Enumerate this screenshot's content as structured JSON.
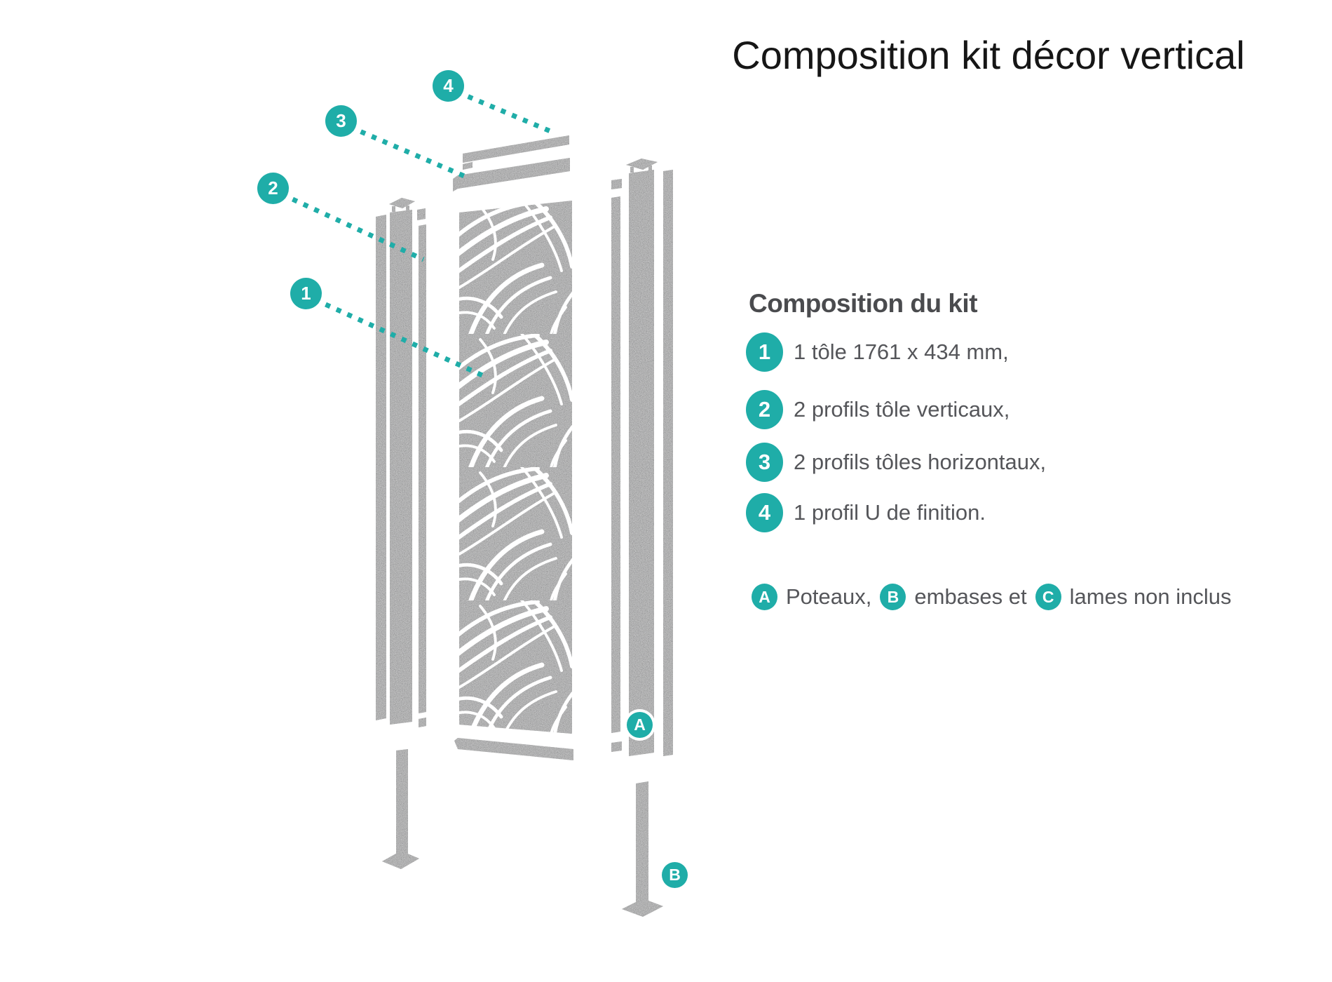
{
  "title": "Composition kit décor vertical",
  "legend": {
    "heading": "Composition du kit",
    "items": [
      {
        "num": "1",
        "label": "1 tôle 1761 x 434 mm,"
      },
      {
        "num": "2",
        "label": "2 profils tôle verticaux,"
      },
      {
        "num": "3",
        "label": "2 profils tôles horizontaux,"
      },
      {
        "num": "4",
        "label": "1 profil U de finition."
      }
    ],
    "exclusion": {
      "parts": [
        {
          "letter": "A",
          "label": "Poteaux,"
        },
        {
          "letter": "B",
          "label": "embases et"
        },
        {
          "letter": "C",
          "label": "lames non inclus"
        }
      ]
    }
  },
  "diagram": {
    "callouts": {
      "c1": "1",
      "c2": "2",
      "c3": "3",
      "c4": "4",
      "cA": "A",
      "cB": "B"
    }
  },
  "colors": {
    "accent_teal": "#1FADA8",
    "part_dark": "#2E3034",
    "text_gray": "#55565A"
  }
}
